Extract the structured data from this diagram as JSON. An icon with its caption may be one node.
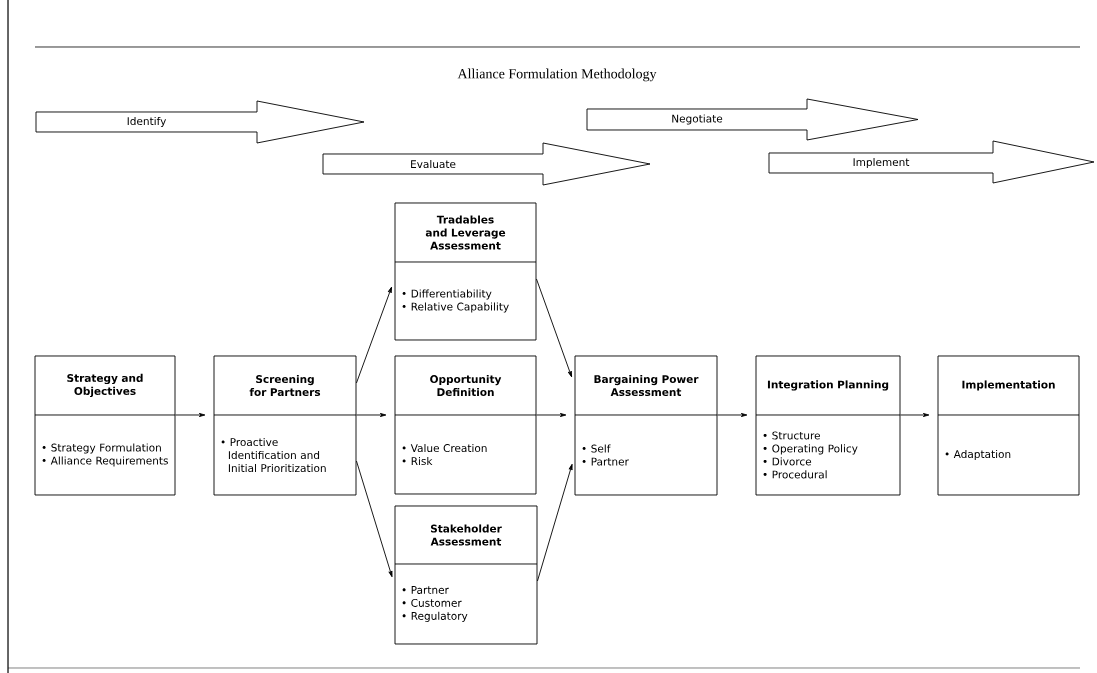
{
  "diagram": {
    "title": "Alliance Formulation Methodology",
    "nodes": [
      {
        "text": [
          "Identify"
        ]
      },
      {
        "text": [
          "Evaluate"
        ]
      },
      {
        "text": [
          "Negotiate"
        ]
      },
      {
        "text": [
          "Implement"
        ]
      },
      {
        "text": [
          "Strategy and Objectives",
          "• Strategy Formulation",
          "• Alliance Requirements"
        ]
      },
      {
        "text": [
          "Screening for Partners",
          "• Proactive Identification and Initial Prioritization"
        ]
      },
      {
        "text": [
          "Tradables and Leverage Assessment",
          "• Differentiability",
          "• Relative Capability"
        ]
      },
      {
        "text": [
          "Opportunity Definition",
          "• Value Creation",
          "• Risk"
        ]
      },
      {
        "text": [
          "Stakeholder Assessment",
          "• Partner",
          "• Customer",
          "• Regulatory"
        ]
      },
      {
        "text": [
          "Bargaining Power Assessment",
          "• Self",
          "• Partner"
        ]
      },
      {
        "text": [
          "Integration Planning",
          "• Structure",
          "• Operating Policy",
          "• Divorce",
          "• Procedural"
        ]
      },
      {
        "text": [
          "Implementation",
          "• Adaptation"
        ]
      }
    ],
    "edges": [
      {
        "from": 4,
        "to": 5,
        "arrow": "to"
      },
      {
        "from": 5,
        "to": 6,
        "arrow": "to"
      },
      {
        "from": 5,
        "to": 7,
        "arrow": "to"
      },
      {
        "from": 5,
        "to": 8,
        "arrow": "to"
      },
      {
        "from": 6,
        "to": 9,
        "arrow": "to"
      },
      {
        "from": 7,
        "to": 9,
        "arrow": "to"
      },
      {
        "from": 8,
        "to": 9,
        "arrow": "to"
      },
      {
        "from": 9,
        "to": 10,
        "arrow": "to"
      },
      {
        "from": 10,
        "to": 11,
        "arrow": "to"
      }
    ]
  }
}
